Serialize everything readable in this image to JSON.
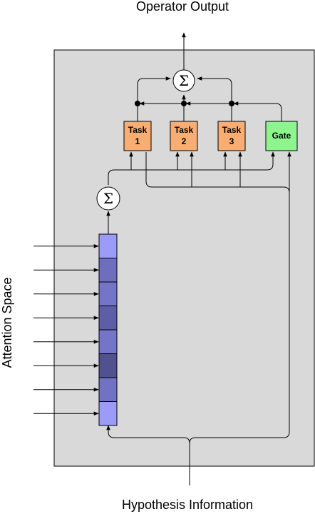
{
  "labels": {
    "top": "Operator Output",
    "bottom": "Hypothesis Information",
    "left": "Attention Space"
  },
  "boxes": [
    {
      "id": "task1",
      "line1": "Task",
      "line2": "1",
      "color": "#f8ad72"
    },
    {
      "id": "task2",
      "line1": "Task",
      "line2": "2",
      "color": "#f8ad72"
    },
    {
      "id": "task3",
      "line1": "Task",
      "line2": "3",
      "color": "#f8ad72"
    },
    {
      "id": "gate",
      "line1": "Gate",
      "line2": "",
      "color": "#8ef58e"
    }
  ],
  "sum_symbol": "Σ",
  "colors": {
    "panel": "#d9d9d9",
    "task": "#f8ad72",
    "gate": "#8ef58e",
    "attention_cells": [
      "#9b9bf8",
      "#6e6ebf",
      "#7474c8",
      "#5d5da8",
      "#7474c8",
      "#51518f",
      "#7272c4",
      "#9b9bf8"
    ]
  }
}
